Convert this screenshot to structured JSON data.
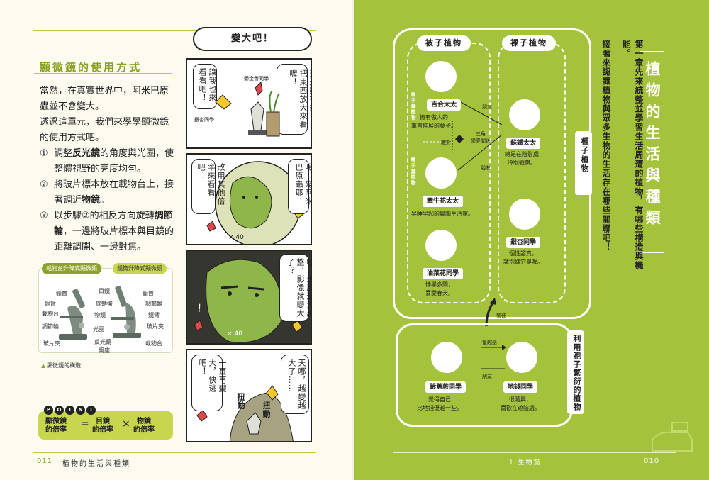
{
  "left": {
    "section_title": "顯微鏡的使用方式",
    "intro_1": "當然，在真實世界中，阿米巴原蟲並不會變大。",
    "intro_2": "透過這單元，我們來學學顯微鏡的使用方式吧。",
    "steps": [
      {
        "num": "①",
        "pre": "調整",
        "hl": "反光鏡",
        "post": "的角度與光圈，使整體視野的亮度均勻。"
      },
      {
        "num": "②",
        "pre": "將玻片標本放在載物台上，接著調近",
        "hl": "物鏡",
        "post": "。"
      },
      {
        "num": "③",
        "pre": "以步驟②的相反方向旋轉",
        "hl": "調節輪",
        "post": "，一邊將玻片標本與目鏡的距離調開、一邊對焦。"
      }
    ],
    "microscope": {
      "tab_a": "載物台升降式顯微鏡",
      "tab_b": "鏡筒升降式顯微鏡",
      "labels": {
        "eyepiece": "目鏡",
        "tube_a": "鏡筒",
        "arm_a": "鏡臂",
        "stage_a": "載物台",
        "adjust_a": "調節輪",
        "clip_a": "玻片夾",
        "nosepiece": "旋轉盤",
        "objective": "物鏡",
        "diaphragm": "光圈",
        "mirror": "反光鏡",
        "base": "鏡座",
        "tube_b": "鏡筒",
        "adjust_b": "調節輪",
        "arm_b": "鏡臂",
        "clip_b": "玻片夾",
        "stage_b": "載物台"
      },
      "caption": "顯微鏡的構造"
    },
    "point": {
      "letters": [
        "P",
        "O",
        "I",
        "N",
        "T"
      ],
      "term1": "顯微鏡\n的倍率",
      "eq": "=",
      "term2": "目鏡\n的倍率",
      "times": "×",
      "term3": "物鏡\n的倍率"
    },
    "comic": {
      "header": "變大吧！",
      "p1_text_a": "透過顯微鏡可以把東西放大來看喔！",
      "p1_text_b": "讓我也來看看吧！",
      "p1_tag_a": "銀杏同學",
      "p1_tag_b": "鬱金香同學",
      "p2_text_a": "哦！是阿米巴原蟲耶！",
      "p2_text_b": "改用其他倍率來看看吧！",
      "p2_mag": "× 40",
      "p3_text_a": "咦，怎麼還沒調整，影像就變大了？",
      "p3_exclaim": "！",
      "p3_mag": "× 40",
      "p4_text_a": "天哪，越變越大了……",
      "p4_text_b": "一直再變大，快逃吧！",
      "p4_sfx_a": "扭動",
      "p4_sfx_b": "扭動"
    },
    "page_number": "011",
    "running_title": "植物的生活與種類"
  },
  "right": {
    "main_title": "植物的生活與種類",
    "intro_1": "第一章先來統整並學習生活周遭的植物，有哪些構造與機能。",
    "intro_2": "接著來認識植物與眾多生物的生活存在哪些關聯吧！",
    "angiosperm_label": "被子植物",
    "gymnosperm_label": "裸子植物",
    "seed_label": "種子植物",
    "spore_label": "利用孢子繁衍的植物",
    "monocot_label": "單子葉植物",
    "dicot_label": "雙子葉植物",
    "plants": {
      "lily": {
        "name": "百合太太",
        "desc": "擁有傲人的\n筆直伸展的葉子。"
      },
      "morning_glory": {
        "name": "牽牛花太太",
        "desc": "早睡早起的晨間生活家。"
      },
      "rape": {
        "name": "油菜花同學",
        "desc": "博學多聞，\n喜愛春天。"
      },
      "cycad": {
        "name": "蘇鐵太太",
        "desc": "總是在陰影處\n冷眼觀察。"
      },
      "ginkgo": {
        "name": "銀杏同學",
        "desc": "個性認真，\n請別嫌它臭喔。"
      },
      "fern": {
        "name": "蹄蓋蕨同學",
        "desc": "覺得自己\n比地錢優越一些。"
      },
      "liverwort": {
        "name": "地錢同學",
        "desc": "很隨興，\n喜歡在遮陰處。"
      }
    },
    "relations": {
      "friend_1": "朋友",
      "friend_2": "朋友",
      "enemy": "敵對",
      "triangle": "三角\n戀愛關係",
      "superior": "優越感",
      "friend_3": "朋友",
      "yearning": "嚮往"
    },
    "page_number": "010",
    "running_title": "1.生物篇"
  },
  "colors": {
    "green_page": "#a4c23b",
    "accent": "#8ba21f",
    "light_green": "#c7d64e",
    "cream": "#fdfaf0"
  }
}
